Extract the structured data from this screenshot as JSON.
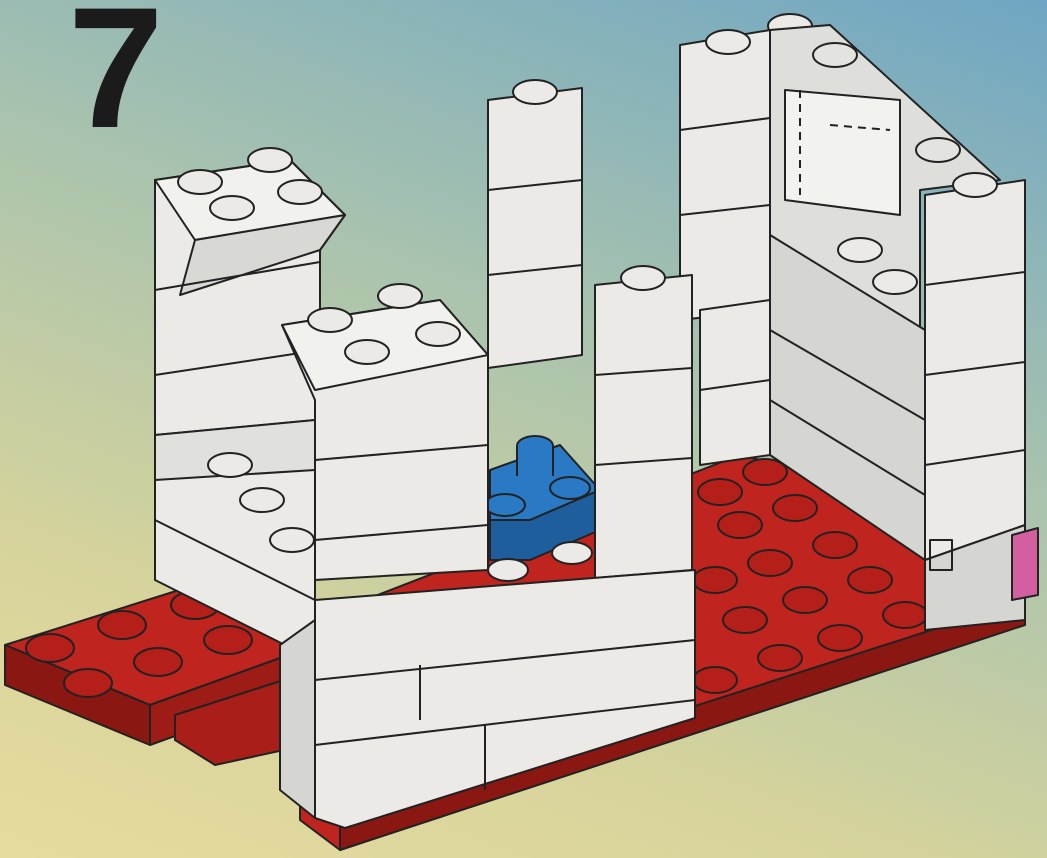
{
  "step": {
    "number": "7"
  },
  "colors": {
    "background_top": "#6fa6c3",
    "background_bottom": "#e6dba0",
    "brick_white": "#ebeae6",
    "brick_white_side": "#cfcfcc",
    "baseplate_red": "#c0241e",
    "baseplate_red_side": "#8a1712",
    "plate_blue": "#2a79c4",
    "pink_accent": "#d35fa0",
    "outline": "#222222"
  },
  "parts": {
    "baseplate": "red-baseplate",
    "red_plate": "red-2x4-plate",
    "white_bricks": "white-bricks",
    "slope_bricks": "white-slope-bricks",
    "window_frame": "white-window-frame",
    "blue_plate": "blue-plate",
    "pink_part": "pink-1x1-part"
  }
}
